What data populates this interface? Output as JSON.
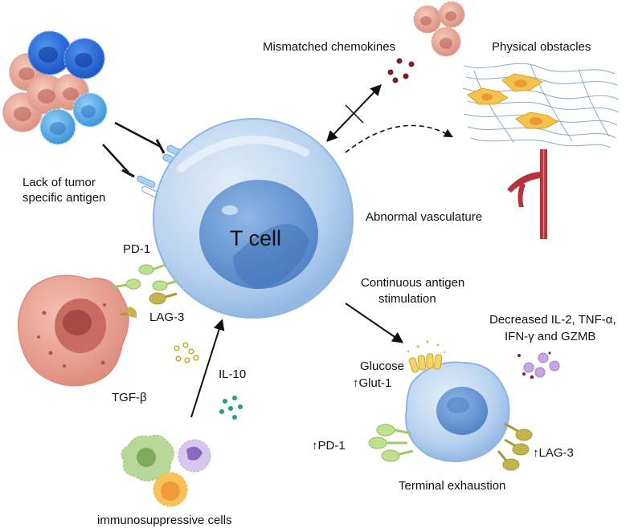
{
  "labels": {
    "mismatched_chemokines": "Mismatched  chemokines",
    "physical_obstacles": "Physical obstacles",
    "lack_antigen_line1": "Lack of tumor",
    "lack_antigen_line2": "specific antigen",
    "abnormal_vasculature": "Abnormal vasculature",
    "t_cell": "T cell",
    "pd1": "PD-1",
    "lag3": "LAG-3",
    "tgfb": "TGF-β",
    "il10": "IL-10",
    "continuous_line1": "Continuous antigen",
    "continuous_line2": "stimulation",
    "decreased_line1": "Decreased IL-2, TNF-α,",
    "decreased_line2": "IFN-γ and GZMB",
    "glucose": "Glucose",
    "glut1": "↑Glut-1",
    "up_pd1": "↑PD-1",
    "up_lag3": "↑LAG-3",
    "terminal_exhaustion": "Terminal exhaustion",
    "immunosuppressive_cells": "immunosuppressive cells"
  },
  "colors": {
    "tcell_outer": "#b8d2ee",
    "tcell_nucleus": "#5b8fcf",
    "tumor_blue": "#2d6fd8",
    "tumor_pink": "#e8a597",
    "macrophage": "#e7988a",
    "receptor_green": "#9ccc6a",
    "receptor_olive": "#a6993a",
    "vessel": "#b8323e",
    "chemokine": "#7a1f22"
  }
}
